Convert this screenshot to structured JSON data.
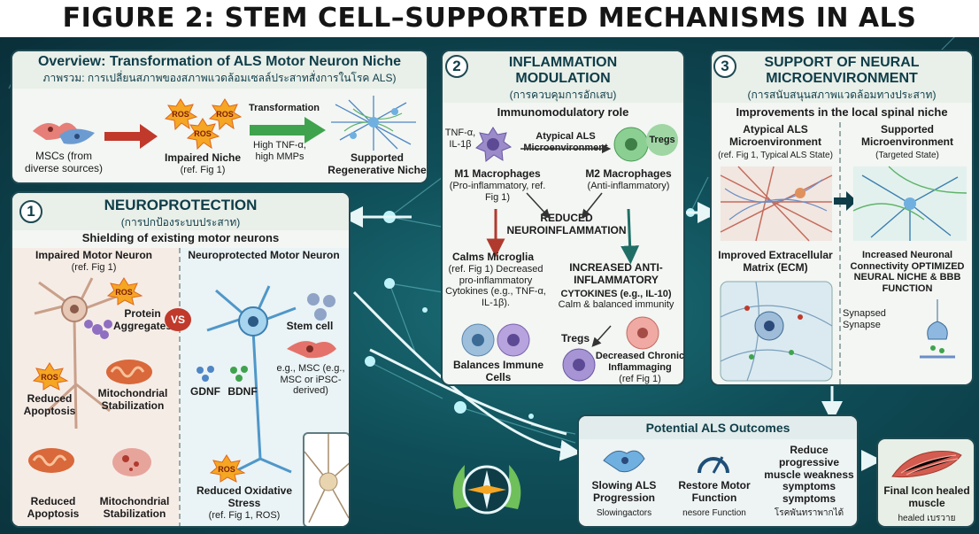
{
  "title": "FIGURE 2: STEM CELL–SUPPORTED MECHANISMS IN ALS",
  "overview": {
    "title": "Overview: Transformation of ALS Motor Neuron Niche",
    "subtitle": "ภาพรวม: การเปลี่ยนสภาพของสภาพแวดล้อมเซลล์ประสาทสั่งการในโรค ALS)",
    "mscs": "MSCs (from diverse sources)",
    "ros": "ROS",
    "transformation": "Transformation",
    "conditions": "High TNF-α, high MMPs",
    "impaired": "Impaired Niche",
    "impaired_ref": "(ref. Fig 1)",
    "supported": "Supported Regenerative Niche"
  },
  "neuro": {
    "num": "1",
    "title": "NEUROPROTECTION",
    "subtitle": "(การปกป้องระบบประสาท)",
    "shielding": "Shielding of existing motor neurons",
    "impaired": "Impaired Motor Neuron",
    "impaired_ref": "(ref. Fig 1)",
    "vs": "VS",
    "protected": "Neuroprotected Motor Neuron",
    "ros": "ROS",
    "protein": "Protein Aggregates",
    "reduced_apoptosis": "Reduced Apoptosis",
    "mito": "Mitochondrial Stabilization",
    "reduced_apoptosis2": "Reduced Apoptosis",
    "mito2": "Mitochondrial Stabilization",
    "stem": "Stem cell",
    "msc": "e.g., MSC (e.g., MSC or iPSC-derived)",
    "gdnf": "GDNF",
    "bdnf": "BDNF",
    "oxidative": "Reduced Oxidative Stress",
    "oxidative_ref": "(ref. Fig 1, ROS)"
  },
  "inflam": {
    "num": "2",
    "title": "INFLAMMATION MODULATION",
    "subtitle": "(การควบคุมการอักเสบ)",
    "role": "Immunomodulatory role",
    "tnf": "TNF-α, IL-1β",
    "atypical": "Atypical ALS Microenvironment",
    "tregs": "Tregs",
    "m1": "M1 Macrophages",
    "m1_sub": "(Pro-inflammatory, ref. Fig 1)",
    "m2": "M2 Macrophages",
    "m2_sub": "(Anti-inflammatory)",
    "reduced": "REDUCED NEUROINFLAMMATION",
    "calms": "Calms Microglia",
    "calms_sub": "(ref. Fig 1) Decreased pro-inflammatory Cytokines (e.g., TNF-α, IL-1β).",
    "increased": "INCREASED ANTI-INFLAMMATORY",
    "cytokines": "CYTOKINES (e.g., IL-10)",
    "calm": "Calm & balanced immunity",
    "tregs2": "Tregs",
    "balances": "Balances Immune Cells",
    "decreased": "Decreased Chronic Inflammaging",
    "decreased_ref": "(ref Fig 1)"
  },
  "support": {
    "num": "3",
    "title": "SUPPORT OF NEURAL MICROENVIRONMENT",
    "subtitle": "(การสนับสนุนสภาพแวดล้อมทางประสาท)",
    "improvements": "Improvements in the local spinal niche",
    "atypical": "Atypical ALS Microenvironment",
    "atypical_ref": "(ref. Fig 1, Typical ALS State)",
    "supported": "Supported Microenvironment",
    "supported_ref": "(Targeted State)",
    "ecm": "Improved Extracellular Matrix (ECM)",
    "connectivity": "Increased Neuronal Connectivity OPTIMIZED NEURAL NICHE & BBB FUNCTION",
    "synapsed": "Synapsed Synapse"
  },
  "outcomes": {
    "title": "Potential ALS Outcomes",
    "slowing": "Slowing ALS Progression",
    "slowing_sub": "Slowingactors",
    "restore": "Restore Motor Function",
    "restore_sub": "nesore Function",
    "reduce": "Reduce progressive muscle weakness symptoms symptoms",
    "reduce_sub": "โรคพันทราพากได้",
    "final": "Final Icon healed muscle",
    "final_sub": "healed เบรวาย"
  },
  "colors": {
    "navy": "#0e3d48",
    "teal": "#1c6f78",
    "ros": "#f5a623",
    "red": "#c0392b",
    "green": "#3fa34d",
    "purple": "#8e6fc1"
  }
}
